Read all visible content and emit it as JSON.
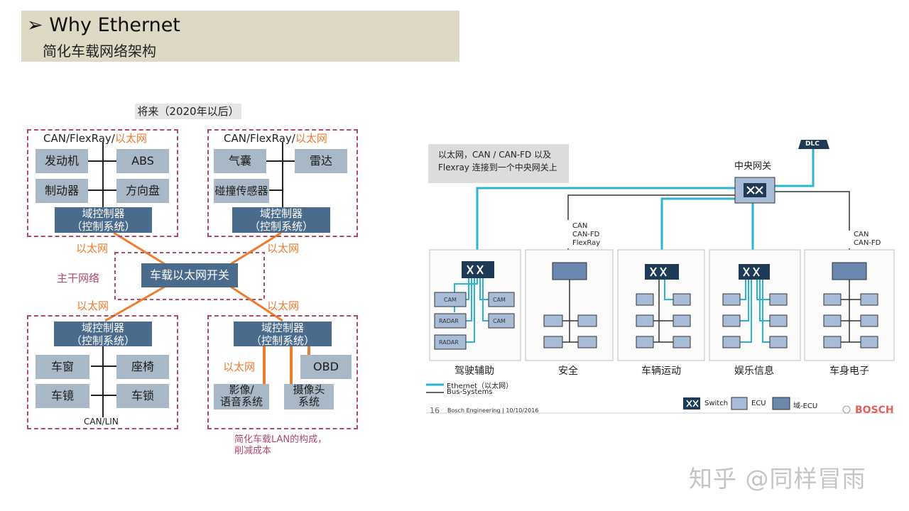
{
  "header": {
    "title": "Why Ethernet",
    "subtitle": "简化车载网络架构"
  },
  "left": {
    "future_label": "将来（2020年以后）",
    "bus_prefix": "CAN/FlexRay/",
    "bus_eth": "以太网",
    "eth": "以太网",
    "backbone": "主干网络",
    "switch": "车载以太网开关",
    "domain_line1": "域控制器",
    "domain_line2": "（控制系统）",
    "tl_ecus": [
      "发动机",
      "ABS",
      "制动器",
      "方向盘"
    ],
    "tr_ecus": [
      "气囊",
      "雷达",
      "碰撞传感器"
    ],
    "bl_ecus": [
      "车窗",
      "座椅",
      "车镜",
      "车锁"
    ],
    "bl_bus": "CAN/LIN",
    "br_obd": "OBD",
    "br_media_1": "影像/",
    "br_media_2": "语音系统",
    "br_cam_1": "摄像头",
    "br_cam_2": "系统",
    "footnote_1": "简化车载LAN的构成，",
    "footnote_2": "削减成本"
  },
  "right": {
    "note_1": "以太网，CAN / CAN-FD 以及",
    "note_2": "Flexray 连接到一个中央网关上",
    "gateway": "中央网关",
    "dlc": "DLC",
    "can_1": "CAN",
    "canfd": "CAN-FD",
    "flexray": "FlexRay",
    "cam": "CAM",
    "radar": "RADAR",
    "columns": [
      "驾驶辅助",
      "安全",
      "车辆运动",
      "娱乐信息",
      "车身电子"
    ],
    "legend_eth": "Ethernet（以太网）",
    "legend_bus": "Bus-Systems",
    "legend_switch": "Switch",
    "legend_ecu": "ECU",
    "legend_domain": "域-ECU",
    "page_num": "16",
    "footer": "Bosch Engineering | 10/10/2016",
    "brand": "BOSCH",
    "colors": {
      "ethernet": "#2ab3d6",
      "bus": "#333333",
      "ecu": "#a8bbd7",
      "domain_ecu": "#6a87ad"
    }
  },
  "watermark": "知乎 @同样冒雨"
}
